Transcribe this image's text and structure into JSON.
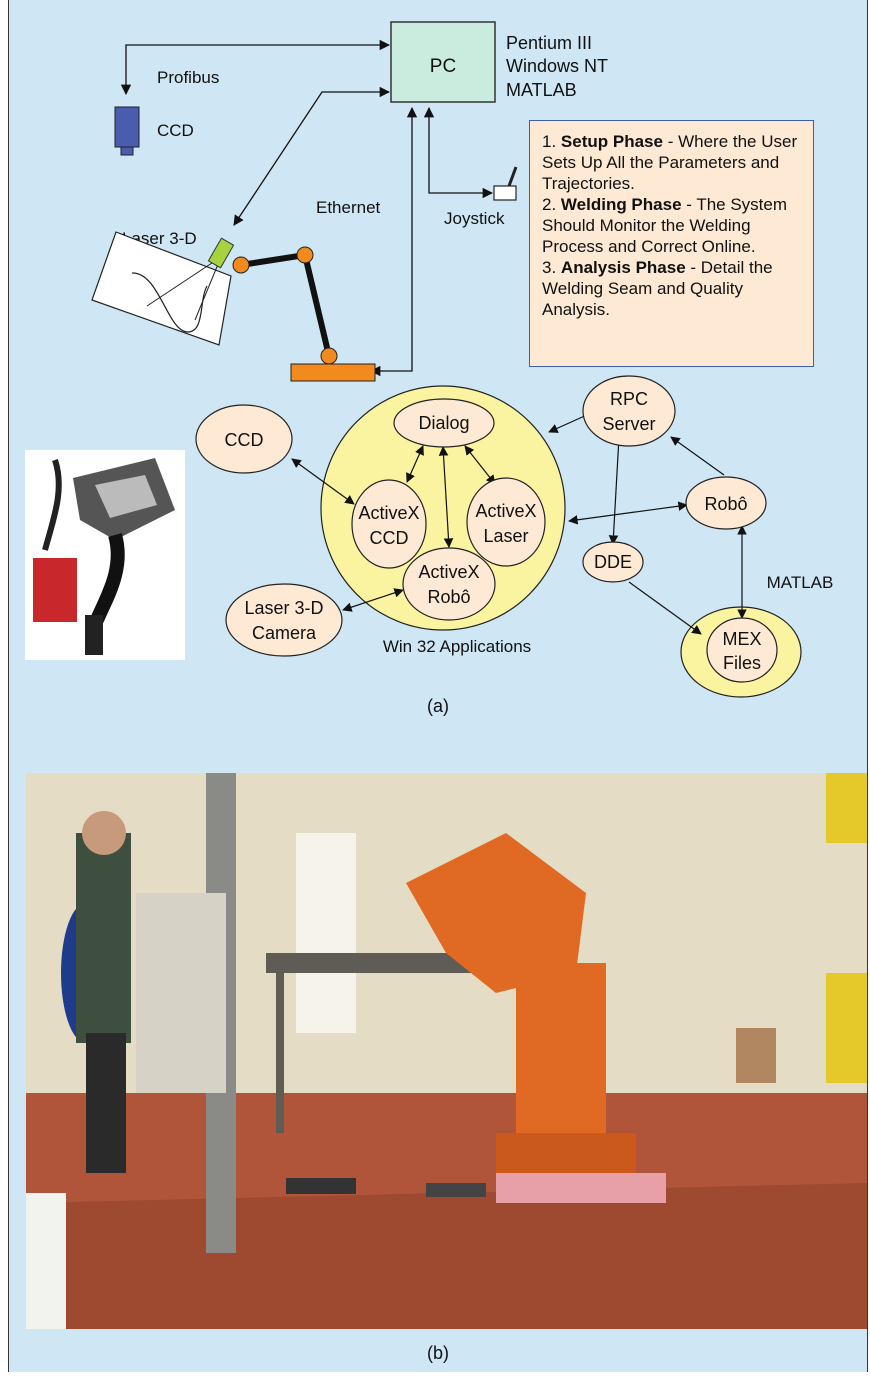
{
  "labels": {
    "profibus": "Profibus",
    "ccd_top": "CCD",
    "pc": "PC",
    "pc_specs": [
      "Pentium III",
      "Windows NT",
      "MATLAB"
    ],
    "ethernet": "Ethernet",
    "joystick": "Joystick",
    "laser3d": "Laser 3-D"
  },
  "phases": [
    {
      "num": "1.",
      "title": "Setup Phase",
      "text": " - Where the User Sets Up All the Parameters and Trajectories."
    },
    {
      "num": "2.",
      "title": "Welding Phase",
      "text": " - The System Should Monitor the Welding Process and Correct Online."
    },
    {
      "num": "3.",
      "title": "Analysis Phase",
      "text": " - Detail the Welding Seam and Quality Analysis."
    }
  ],
  "nodes": {
    "ccd": "CCD",
    "dialog": "Dialog",
    "activex_ccd": [
      "ActiveX",
      "CCD"
    ],
    "activex_laser": [
      "ActiveX",
      "Laser"
    ],
    "activex_robo": [
      "ActiveX",
      "Robô"
    ],
    "laser_camera": [
      "Laser 3-D",
      "Camera"
    ],
    "rpc_server": [
      "RPC",
      "Server"
    ],
    "robo": "Robô",
    "dde": "DDE",
    "mex_files": [
      "MEX",
      "Files"
    ],
    "matlab": "MATLAB",
    "win32": "Win 32 Applications"
  },
  "captions": {
    "a": "(a)",
    "b": "(b)"
  },
  "colors": {
    "panel_bg": "#cfe6f4",
    "node_fill": "#fde9d4",
    "circle_fill": "#faf3a0",
    "pc_fill": "#c9ecdf",
    "orange": "#f28a1e",
    "ccd_blue": "#4a5cae"
  }
}
